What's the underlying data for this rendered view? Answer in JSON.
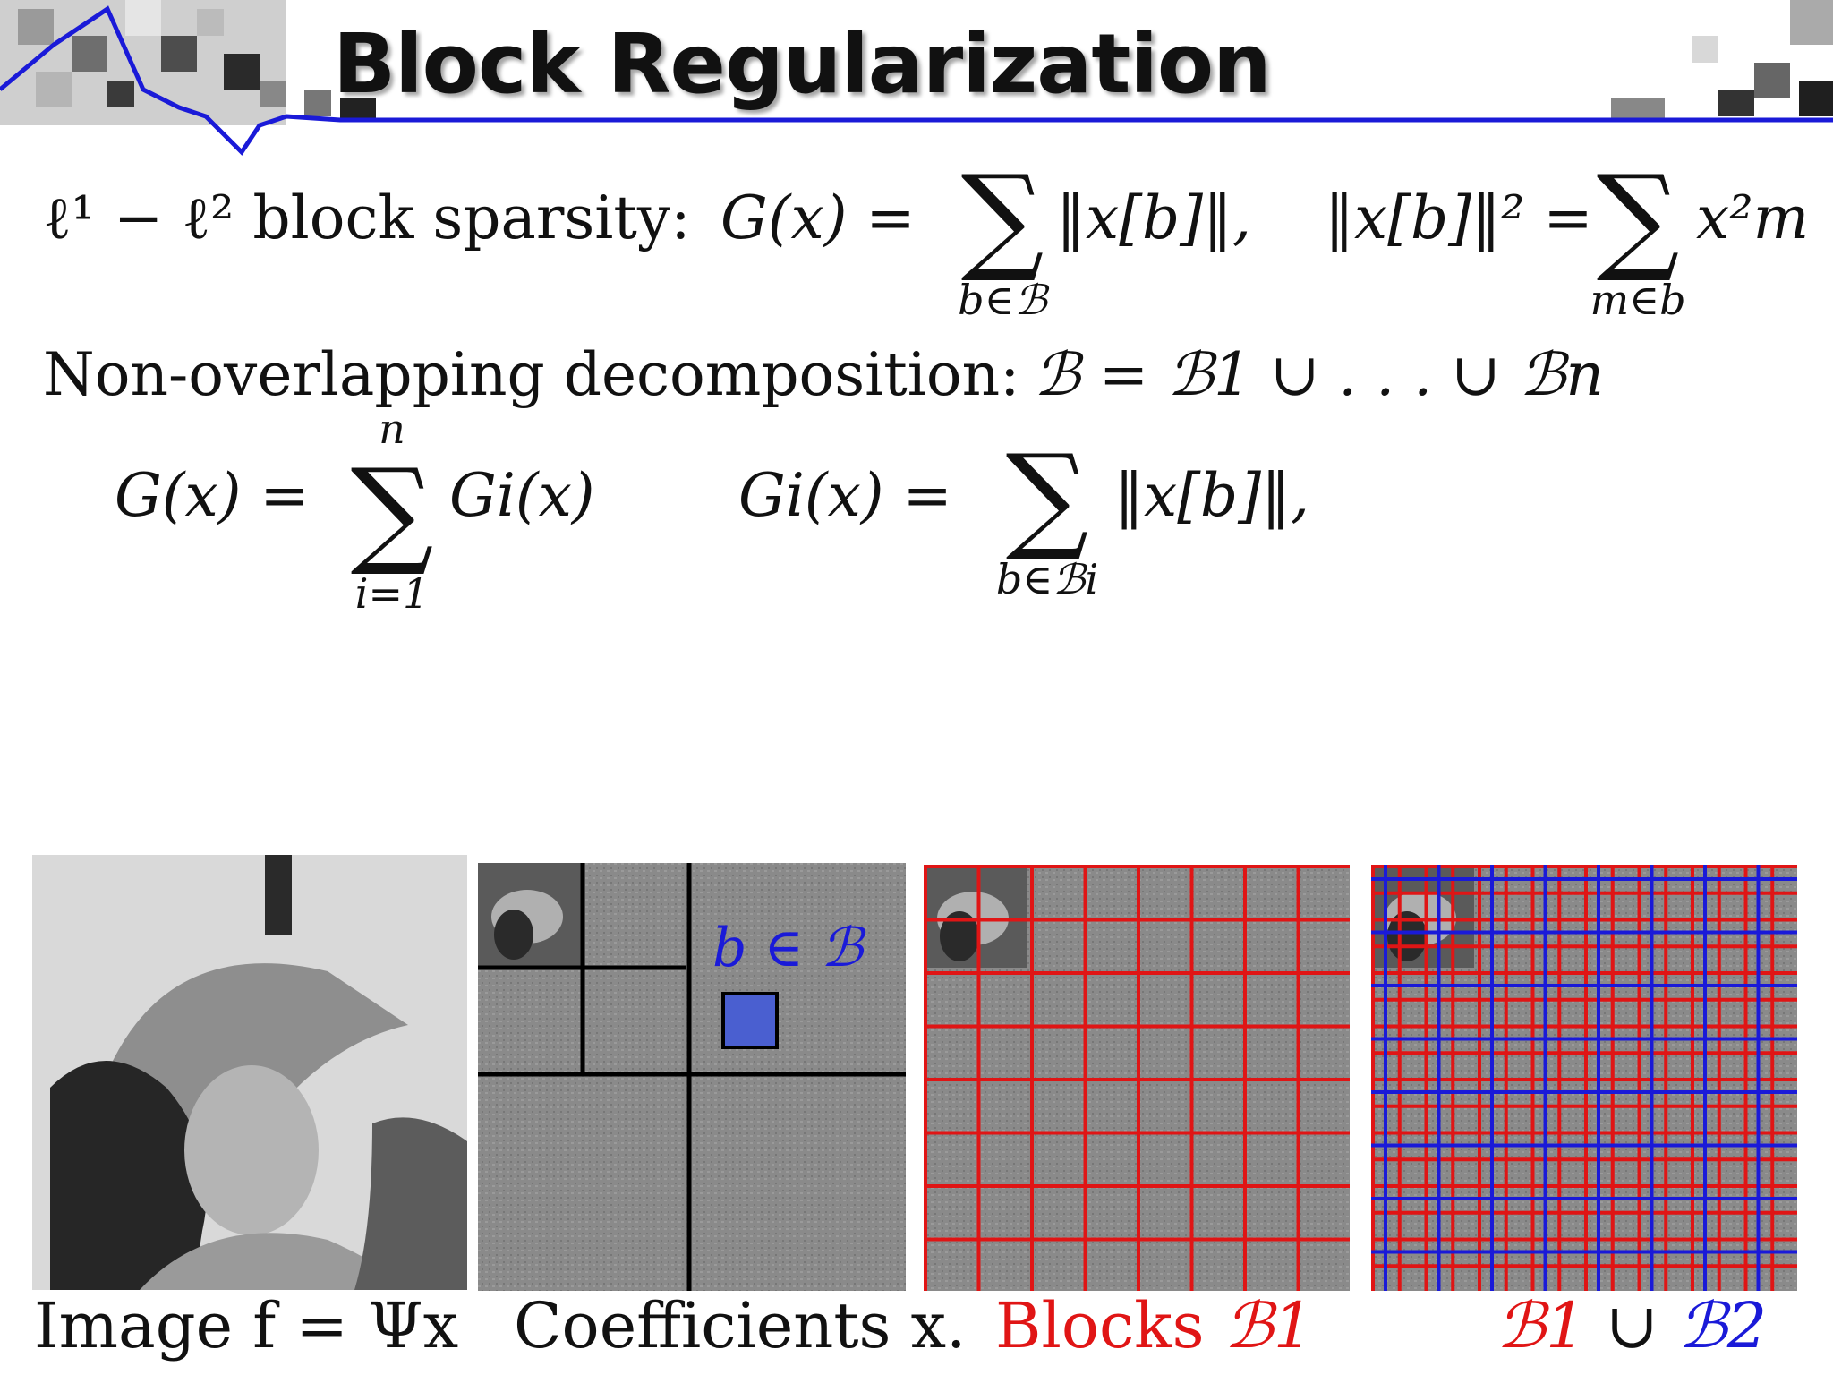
{
  "slide": {
    "title": "Block Regularization",
    "accent_blue": "#1a1ad8",
    "accent_red": "#e01515"
  },
  "line1": {
    "label": "ℓ¹ − ℓ² block sparsity:",
    "lhs": "G(x) =",
    "sum_sub": "b∈ℬ",
    "term": "‖x[b]‖,",
    "norm_lhs": "‖x[b]‖² =",
    "sum2_sub": "m∈b",
    "term2": "x²m"
  },
  "line2": {
    "label": "Non-overlapping decomposition:",
    "expr": "ℬ = ℬ1 ∪ . . . ∪ ℬn"
  },
  "line3": {
    "lhs": "G(x) =",
    "sum_sup": "n",
    "sum_sub": "i=1",
    "term": "Gi(x)",
    "lhs2": "Gi(x) =",
    "sum2_sub": "b∈ℬi",
    "term2": "‖x[b]‖,"
  },
  "figures": {
    "panel2_annotation": "b ∈ ℬ",
    "captions": {
      "image": "Image f = Ψx",
      "coefficients": "Coefficients x.",
      "blocks_label": "Blocks",
      "blocks_symbol": "ℬ1",
      "union_b1": "ℬ1",
      "union_op": "∪",
      "union_b2": "ℬ2"
    }
  }
}
